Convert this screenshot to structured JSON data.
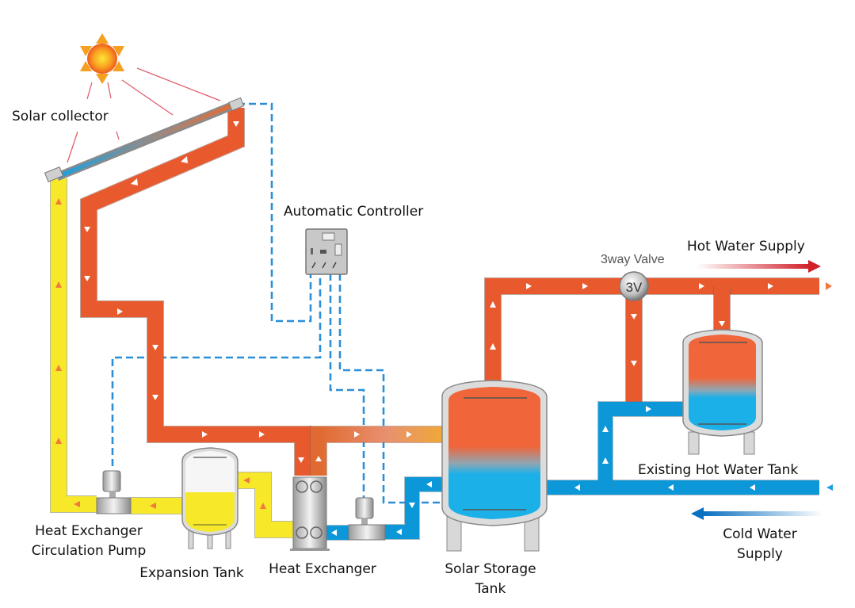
{
  "diagram": {
    "title": "Solar hot water heating system",
    "labels": {
      "solar_collector": "Solar collector",
      "automatic_controller": "Automatic Controller",
      "three_way_valve": "3way Valve",
      "three_way_valve_badge": "3V",
      "hot_water_supply": "Hot Water Supply",
      "existing_hot_water_tank": "Existing Hot Water Tank",
      "cold_water_supply_line1": "Cold Water",
      "cold_water_supply_line2": "Supply",
      "heat_exchanger_pump_line1": "Heat Exchanger",
      "heat_exchanger_pump_line2": "Circulation Pump",
      "expansion_tank": "Expansion Tank",
      "heat_exchanger": "Heat Exchanger",
      "solar_storage_tank_line1": "Solar Storage",
      "solar_storage_tank_line2": "Tank"
    },
    "icons": {
      "sun": "sun-icon",
      "controller": "controller-box-icon",
      "pump": "pump-icon",
      "valve": "three-way-valve-icon"
    },
    "colors": {
      "hot_pipe": "#e85a2e",
      "glycol_pipe": "#f7e82a",
      "cold_pipe": "#0c98d8",
      "signal_line": "#2a8fd8",
      "tank_hot": "#f0663a",
      "tank_cold": "#1cb0e8",
      "sun": "#f5a020"
    }
  }
}
